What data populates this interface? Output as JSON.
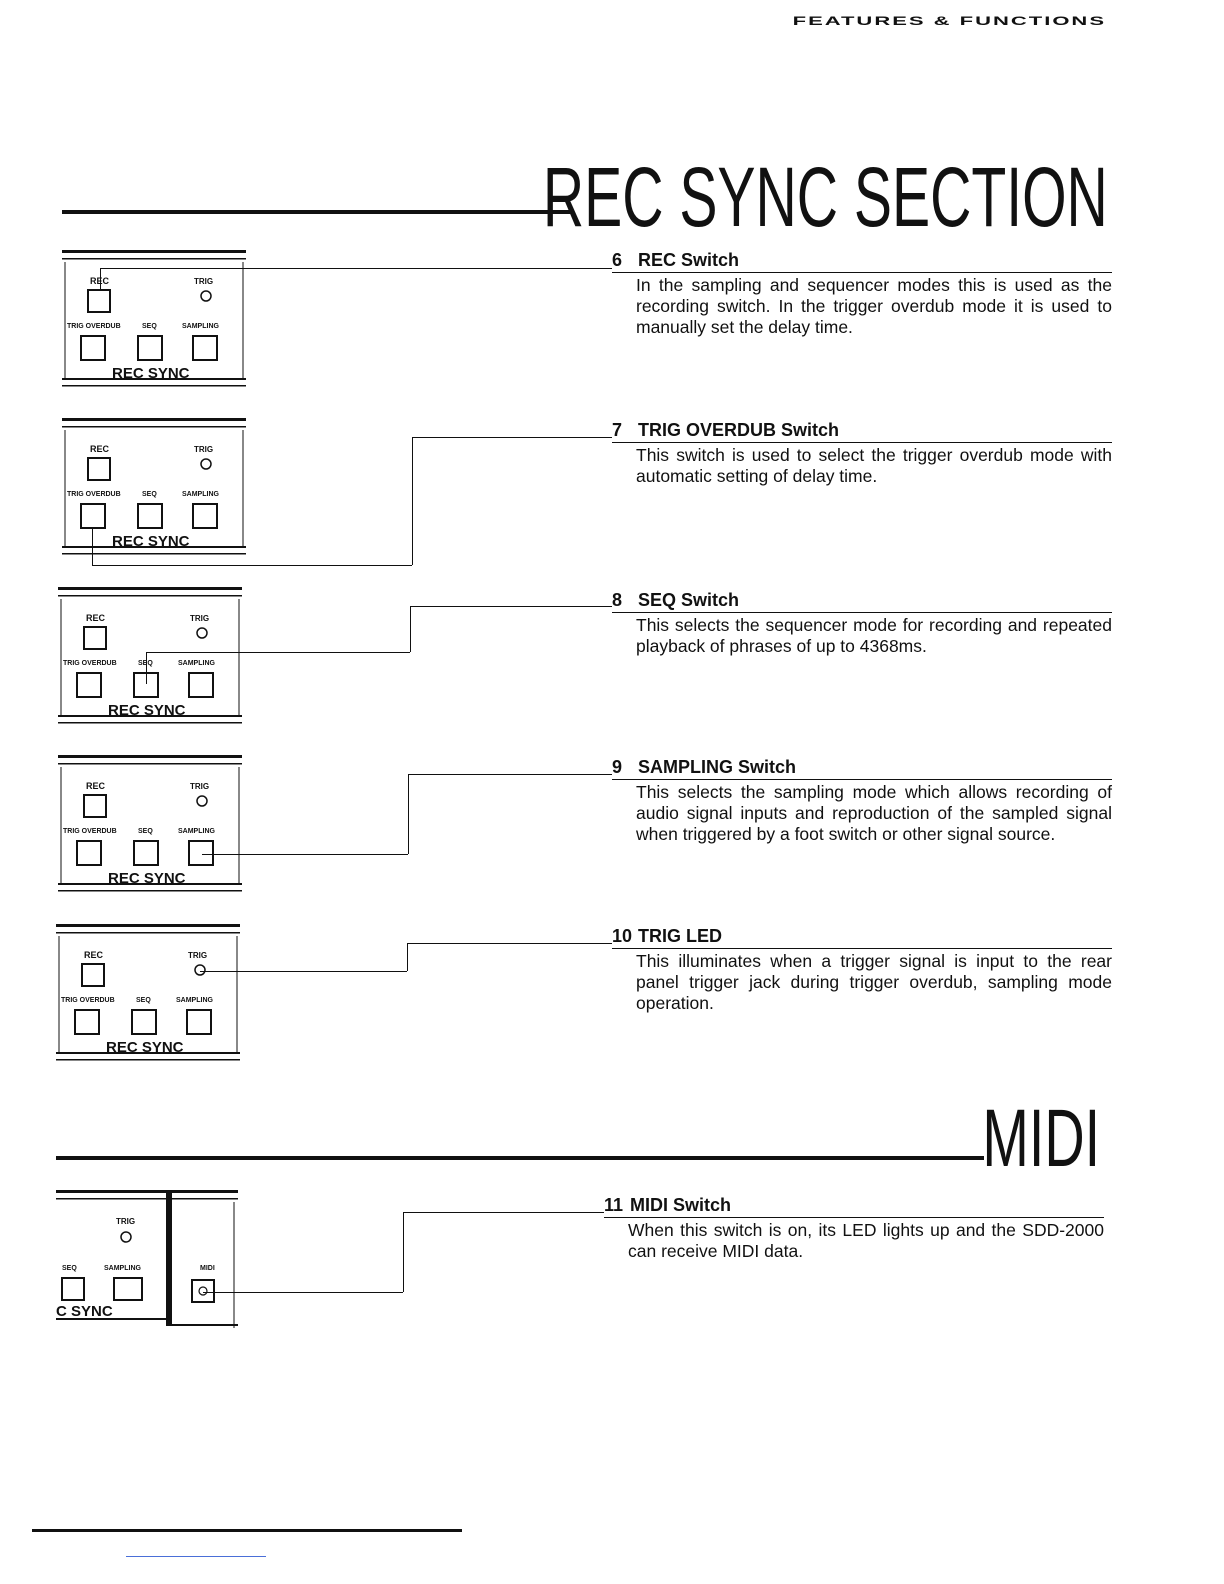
{
  "header": {
    "running_title": "FEATURES & FUNCTIONS"
  },
  "sections": {
    "rec_sync": {
      "title": "REC SYNC SECTION"
    },
    "midi": {
      "title": "MIDI"
    }
  },
  "panel_labels": {
    "rec": "REC",
    "trig": "TRIG",
    "trig_overdub": "TRIG OVERDUB",
    "seq": "SEQ",
    "sampling": "SAMPLING",
    "rec_sync": "REC SYNC",
    "c_sync": "C SYNC",
    "midi": "MIDI"
  },
  "entries": [
    {
      "number": "6",
      "title": "REC Switch",
      "text": "In the sampling and sequencer modes this is used as the recording switch. In the trigger overdub mode it is used to manually set the delay time."
    },
    {
      "number": "7",
      "title": "TRIG OVERDUB Switch",
      "text": "This switch is used to select the trigger overdub mode with automatic setting of delay time."
    },
    {
      "number": "8",
      "title": "SEQ Switch",
      "text": "This selects the sequencer mode for recording and repeated playback of phrases of up to 4368ms."
    },
    {
      "number": "9",
      "title": "SAMPLING Switch",
      "text": "This selects the sampling mode which allows recording of audio signal inputs and reproduction of the sampled signal when triggered by a foot switch or other signal source."
    },
    {
      "number": "10",
      "title": "TRIG LED",
      "text": "This illuminates when a trigger signal is input to the rear panel trigger jack during trigger overdub, sampling mode operation."
    },
    {
      "number": "11",
      "title": "MIDI Switch",
      "text": "When this switch is on, its LED lights up and the SDD-2000 can receive MIDI data."
    }
  ]
}
